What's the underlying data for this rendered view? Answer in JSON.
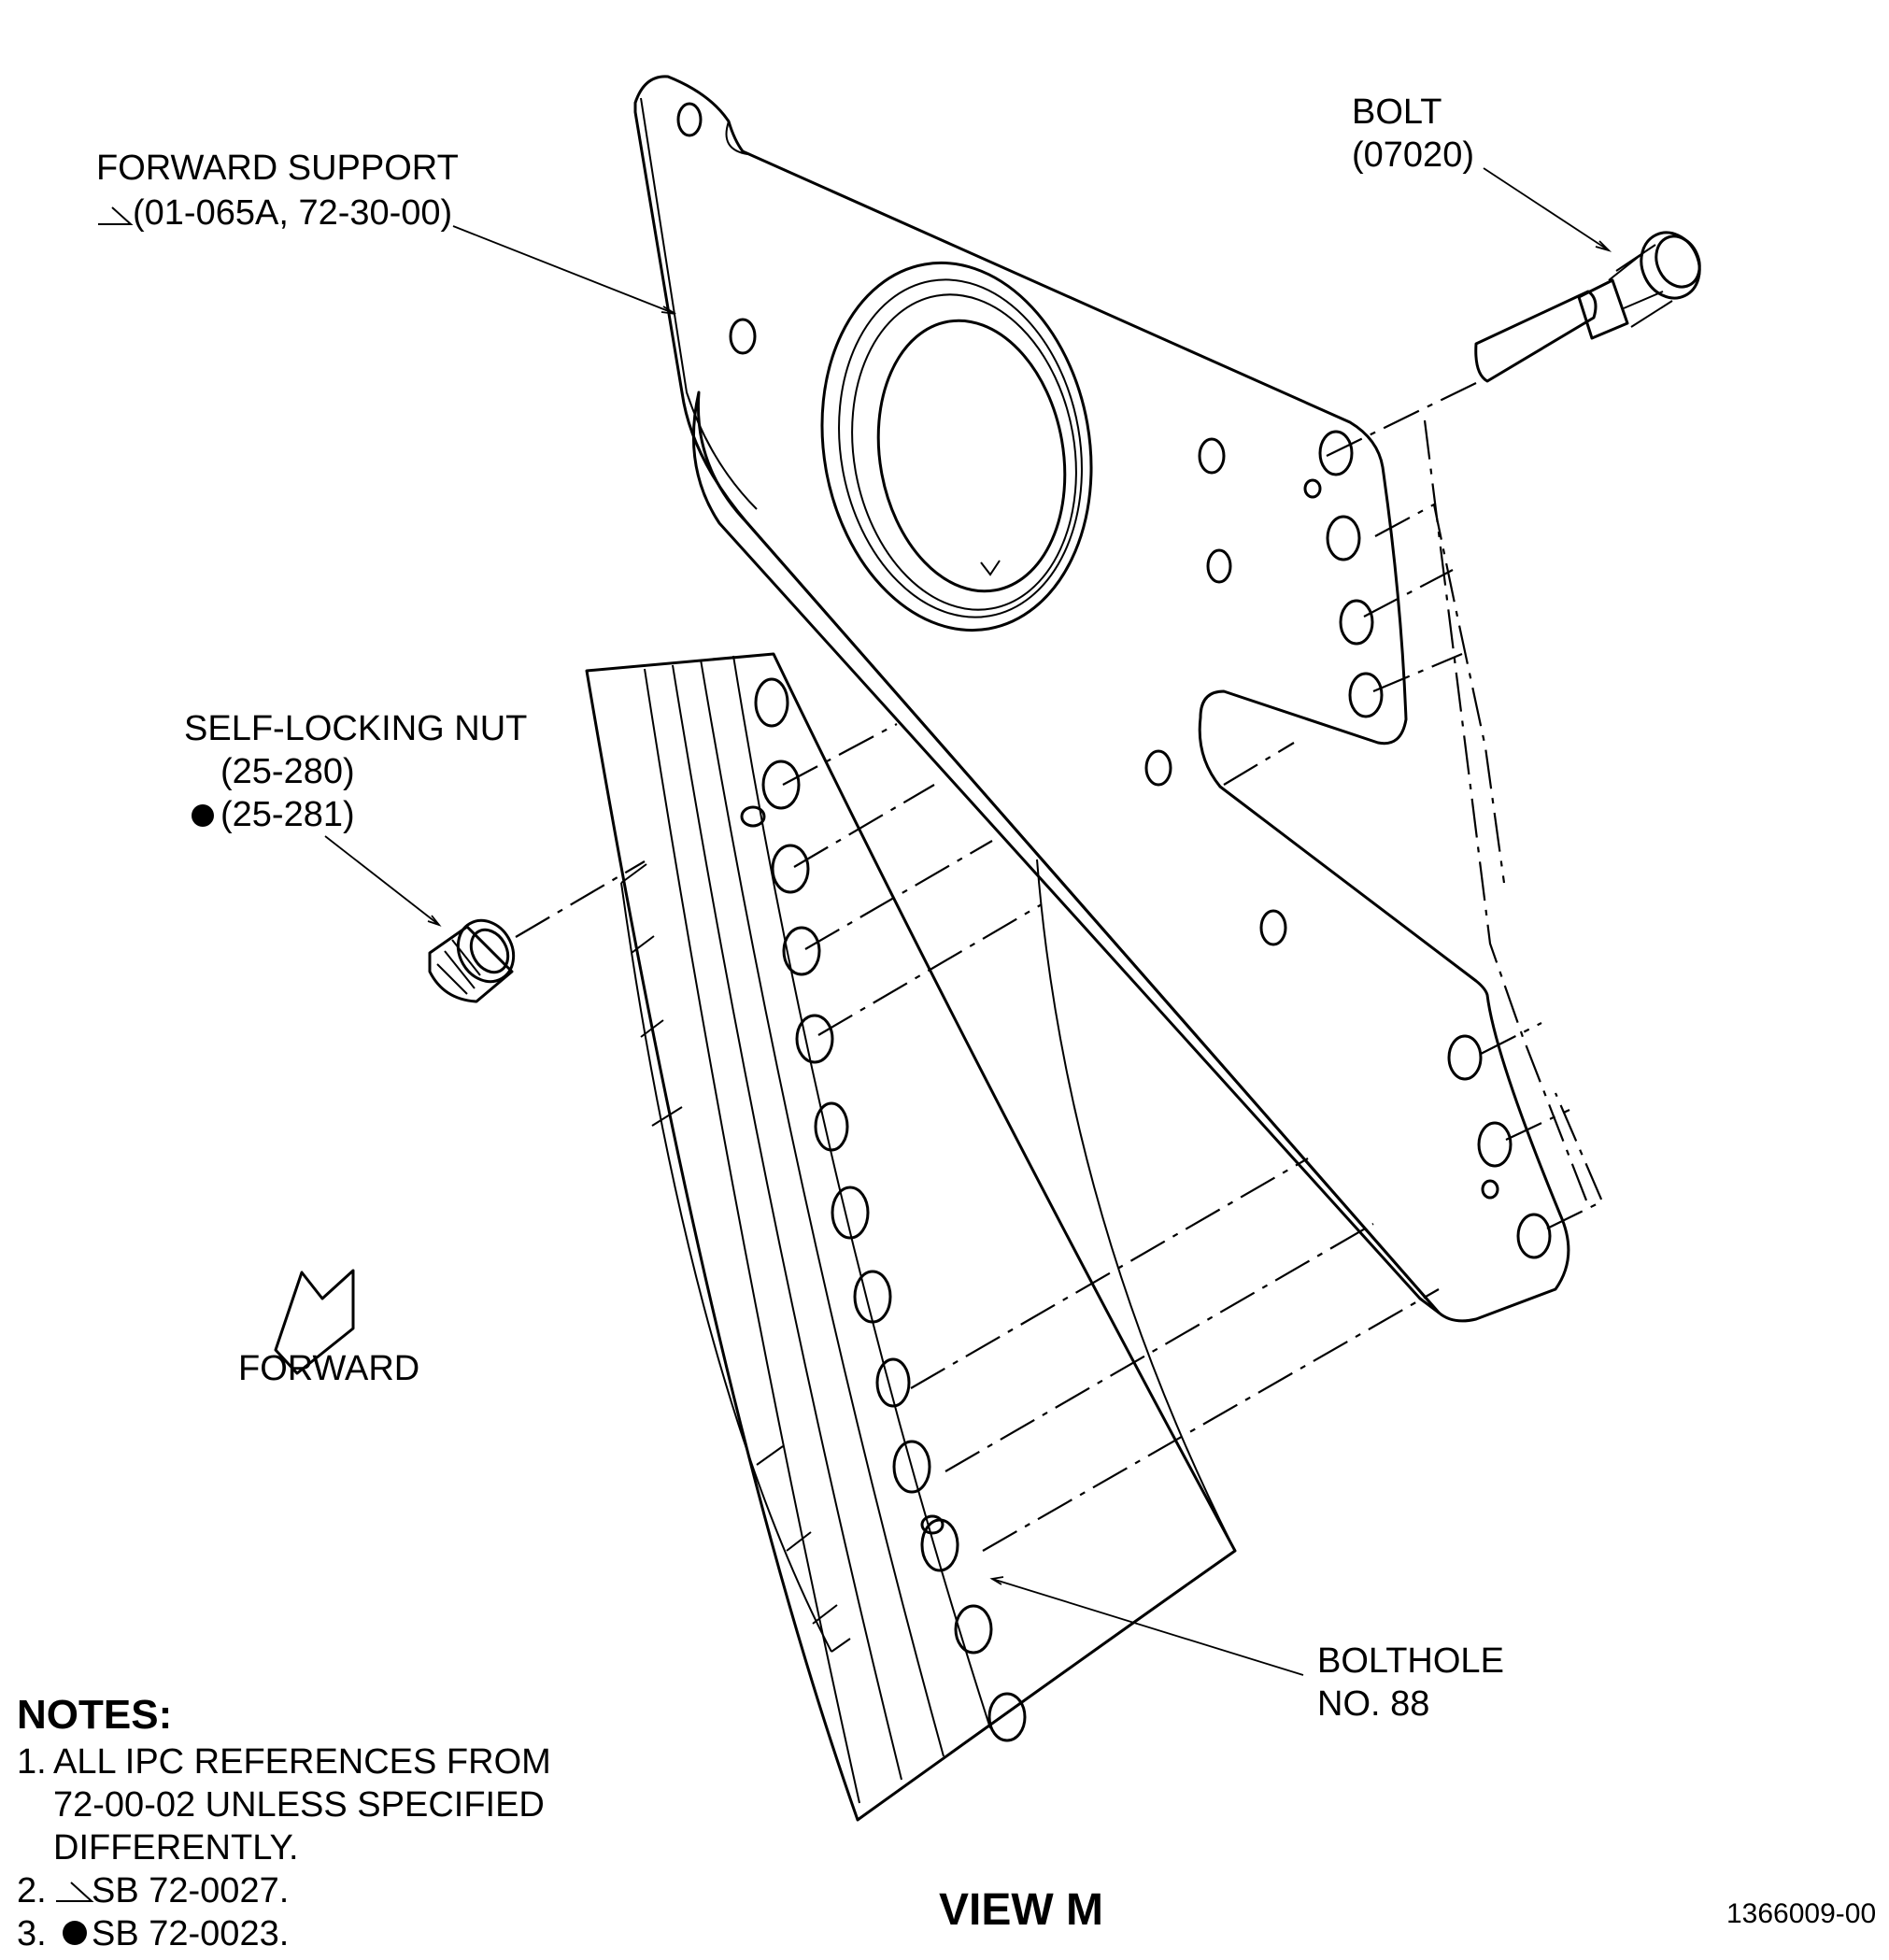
{
  "colors": {
    "support_fill": "#ccf5f7",
    "flange_fill": "#fcf8d4",
    "line": "#000000"
  },
  "labels": {
    "forward_support": {
      "line1": "FORWARD SUPPORT",
      "line2": "(01-065A, 72-30-00)",
      "marker": "triangle"
    },
    "bolt": {
      "line1": "BOLT",
      "line2": "(07020)"
    },
    "self_locking_nut": {
      "line1": "SELF-LOCKING NUT",
      "line2": "(25-280)",
      "line3": "(25-281)",
      "marker": "dot"
    },
    "forward": "FORWARD",
    "bolthole": {
      "line1": "BOLTHOLE",
      "line2": "NO. 88"
    }
  },
  "notes": {
    "title": "NOTES:",
    "items": [
      {
        "num": "1.",
        "lines": [
          "ALL IPC REFERENCES FROM",
          "72-00-02 UNLESS SPECIFIED",
          "DIFFERENTLY."
        ]
      },
      {
        "num": "2.",
        "marker": "triangle",
        "text": "SB 72-0027."
      },
      {
        "num": "3.",
        "marker": "dot",
        "text": "SB 72-0023."
      }
    ]
  },
  "view_title": "VIEW M",
  "figure_number": "1366009-00"
}
